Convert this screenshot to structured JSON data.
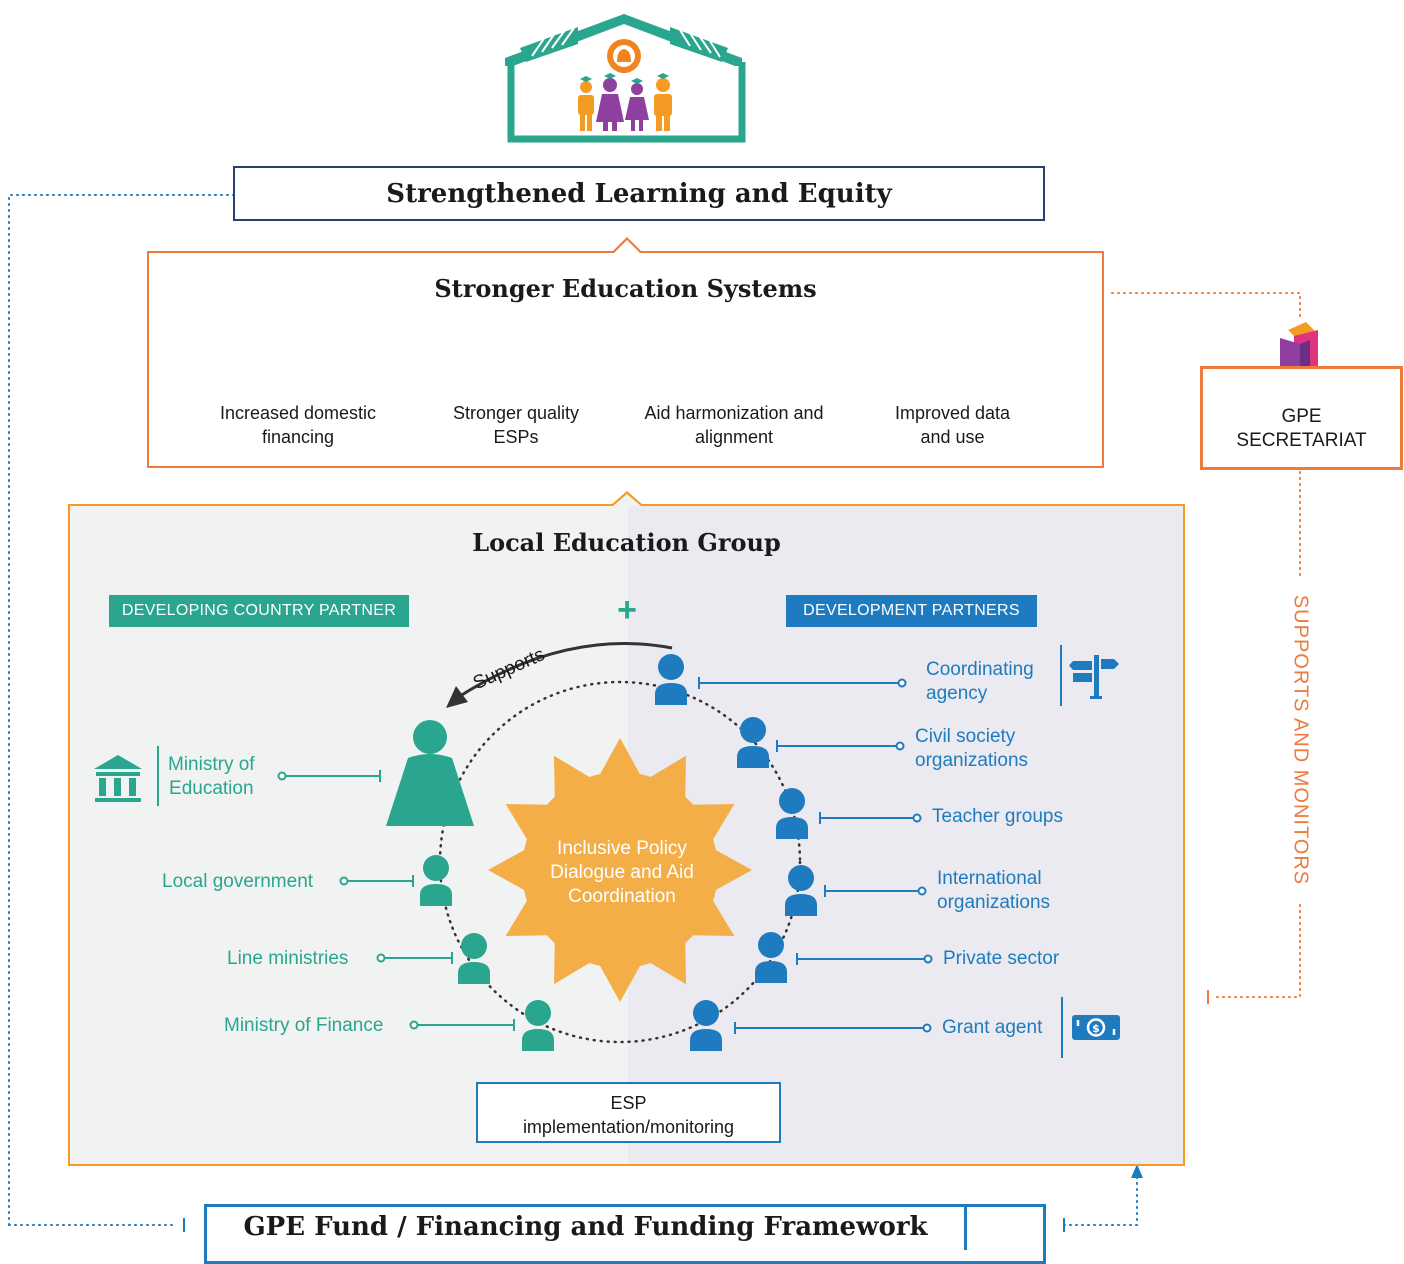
{
  "top": {
    "title": "Strengthened Learning and Equity"
  },
  "systems": {
    "title": "Stronger Education Systems",
    "items": [
      {
        "label": "Increased domestic financing",
        "icon": "growth-coins-icon"
      },
      {
        "label": "Stronger quality ESPs",
        "icon": "banknote-icon"
      },
      {
        "label": "Aid harmonization and alignment",
        "icon": "connected-dots-icon"
      },
      {
        "label": "Improved data and use",
        "icon": "bar-chart-icon"
      }
    ]
  },
  "secretariat": {
    "line1": "GPE",
    "line2": "SECRETARIAT",
    "side_label": "SUPPORTS AND MONITORS"
  },
  "leg": {
    "title": "Local Education Group",
    "left_tag": "DEVELOPING COUNTRY PARTNER",
    "right_tag": "DEVELOPMENT PARTNERS",
    "plus": "+",
    "supports": "Supports",
    "center": {
      "line1": "Inclusive Policy",
      "line2": "Dialogue and Aid",
      "line3": "Coordination"
    },
    "esp": {
      "line1": "ESP",
      "line2": "implementation/monitoring"
    },
    "left_members": {
      "ministry_education_1": "Ministry of",
      "ministry_education_2": "Education",
      "local_government": "Local government",
      "line_ministries": "Line ministries",
      "ministry_finance": "Ministry of Finance"
    },
    "right_members": {
      "coordinating_1": "Coordinating",
      "coordinating_2": "agency",
      "civil_1": "Civil society",
      "civil_2": "organizations",
      "teacher": "Teacher groups",
      "international_1": "International",
      "international_2": "organizations",
      "private": "Private sector",
      "grant": "Grant agent"
    }
  },
  "fund": {
    "title": "GPE Fund / Financing and Funding Framework"
  },
  "colors": {
    "navy": "#2c3e6e",
    "orange": "#ee7a3b",
    "teal": "#2aa58e",
    "blue": "#1f7bbf",
    "sun": "#f4ae48"
  }
}
